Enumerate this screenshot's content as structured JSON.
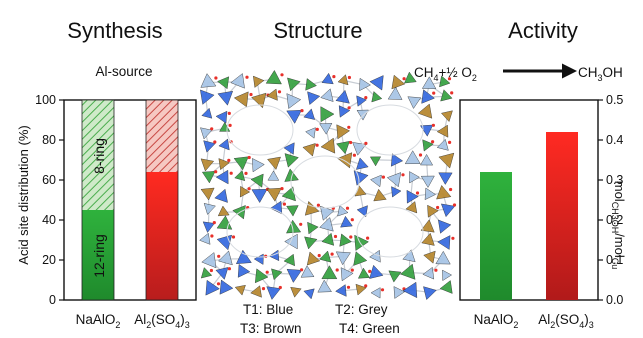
{
  "headings": {
    "synthesis": "Synthesis",
    "structure": "Structure",
    "activity": "Activity"
  },
  "synthesis": {
    "sublabel": "Al-source",
    "ylabel": "Acid site distribution (%)",
    "ring_labels": {
      "upper": "8-ring",
      "lower": "12-ring"
    }
  },
  "activity": {
    "reaction": {
      "lhs_ch": "CH",
      "lhs_sub": "4",
      "lhs_mid": "+½ O",
      "lhs_sub2": "2",
      "rhs_ch": "CH",
      "rhs_sub": "3",
      "rhs_oh": "OH"
    },
    "ylabel": {
      "pre": "mol",
      "sub": "CH3OH",
      "post": "/mol",
      "sub2": "Cu"
    }
  },
  "structure": {
    "legend": [
      {
        "text": "T1: Blue",
        "color": "#2f6fd6"
      },
      {
        "text": "T2: Grey",
        "color": "#9a9a9a"
      },
      {
        "text": "T3: Brown",
        "color": "#b48a2c"
      },
      {
        "text": "T4: Green",
        "color": "#2e9e3a"
      }
    ]
  },
  "chart_data": [
    {
      "type": "bar",
      "stacked": true,
      "categories": [
        "NaAlO2",
        "Al2(SO4)3"
      ],
      "category_labels": [
        {
          "base": "NaAlO",
          "sub": "2"
        },
        {
          "base": "Al",
          "sub": "2",
          "mid": "(SO",
          "sub2": "4",
          "end": ")",
          "sub3": "3"
        }
      ],
      "series": [
        {
          "name": "12-ring",
          "values": [
            45,
            64
          ]
        },
        {
          "name": "8-ring",
          "values": [
            55,
            36
          ]
        }
      ],
      "ylim": [
        0,
        100
      ],
      "yticks": [
        0,
        20,
        40,
        60,
        80,
        100
      ],
      "ytick_labels": [
        "0",
        "20",
        "40",
        "60",
        "80",
        "100"
      ],
      "colors": {
        "na_lower": "#2eaa3c",
        "na_upper": "#b9e2b3",
        "al_lower": "#e3231f",
        "al_upper": "#f2b1aa"
      }
    },
    {
      "type": "bar",
      "categories": [
        "NaAlO2",
        "Al2(SO4)3"
      ],
      "values": [
        0.32,
        0.42
      ],
      "ylim": [
        0,
        0.5
      ],
      "yticks": [
        0,
        0.1,
        0.2,
        0.3,
        0.4,
        0.5
      ],
      "ytick_labels": [
        "0.0",
        "0.1",
        "0.2",
        "0.3",
        "0.4",
        "0.5"
      ],
      "colors": [
        "#2aa53a",
        "#e0231f"
      ]
    }
  ]
}
